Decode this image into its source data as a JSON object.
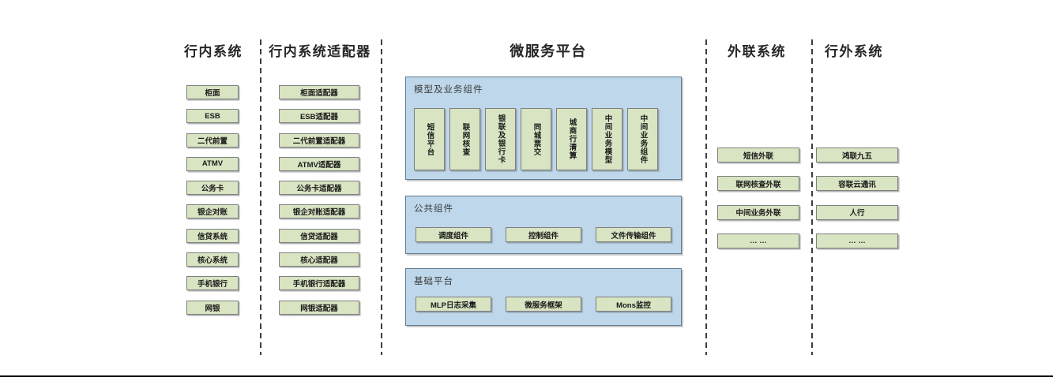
{
  "diagram": {
    "colors": {
      "box_fill_green": "#d8e4c2",
      "box_border": "#7f7f7f",
      "panel_fill_blue": "#bed7ea",
      "panel_border": "#5f7a8d",
      "divider": "#3d3d3d",
      "header_text": "#262626"
    },
    "columns": {
      "internal": {
        "title": "行内系统",
        "items": [
          "柜面",
          "ESB",
          "二代前置",
          "ATMV",
          "公务卡",
          "银企对账",
          "信贷系统",
          "核心系统",
          "手机银行",
          "网银"
        ]
      },
      "adapters": {
        "title": "行内系统适配器",
        "items": [
          "柜面适配器",
          "ESB适配器",
          "二代前置适配器",
          "ATMV适配器",
          "公务卡适配器",
          "银企对账适配器",
          "信贷适配器",
          "核心适配器",
          "手机银行适配器",
          "网银适配器"
        ]
      },
      "platform": {
        "title": "微服务平台",
        "panels": [
          {
            "label": "模型及业务组件",
            "items": [
              "短信平台",
              "联网核查",
              "银联及银行卡",
              "同城票交",
              "城商行清算",
              "中间业务模型",
              "中间业务组件"
            ]
          },
          {
            "label": "公共组件",
            "items": [
              "调度组件",
              "控制组件",
              "文件传输组件"
            ]
          },
          {
            "label": "基础平台",
            "items": [
              "MLP日志采集",
              "微服务框架",
              "Mons监控"
            ]
          }
        ]
      },
      "outreach": {
        "title": "外联系统",
        "items": [
          "短信外联",
          "联网核查外联",
          "中间业务外联",
          "… …"
        ]
      },
      "external": {
        "title": "行外系统",
        "items": [
          "鸿联九五",
          "容联云通讯",
          "人行",
          "… …"
        ]
      }
    }
  }
}
